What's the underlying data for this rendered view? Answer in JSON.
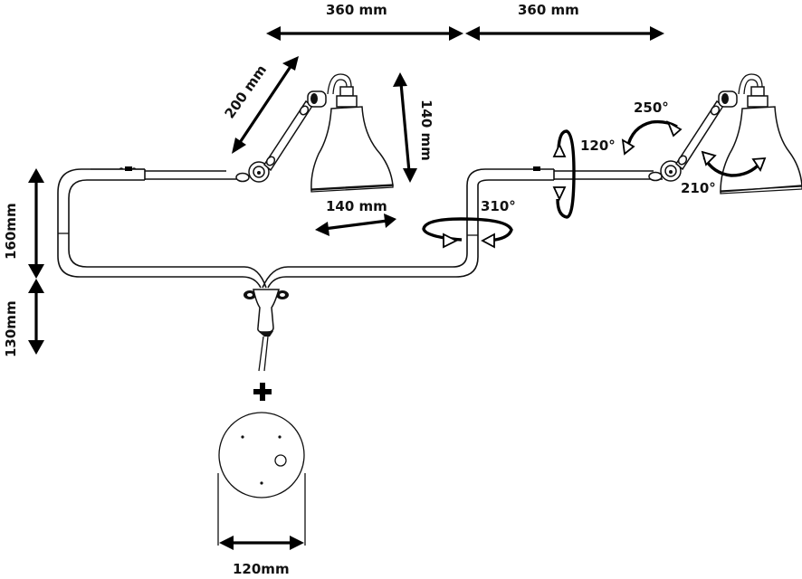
{
  "title": "Wall lamp dimensions diagram",
  "dimensions": {
    "left_arm_length": "360 mm",
    "right_arm_length": "360 mm",
    "upper_arm_length": "200 mm",
    "shade_height": "140 mm",
    "shade_width": "140 mm",
    "frame_height_upper": "160mm",
    "frame_height_lower": "130mm",
    "base_diameter": "120mm"
  },
  "rotations": {
    "vertical_pivot": "310°",
    "arm_roll": "120°",
    "elbow": "250°",
    "shade_tilt": "210°"
  },
  "symbols": {
    "plus": "plus-icon"
  },
  "colors": {
    "line": "#111111",
    "background": "#ffffff"
  }
}
